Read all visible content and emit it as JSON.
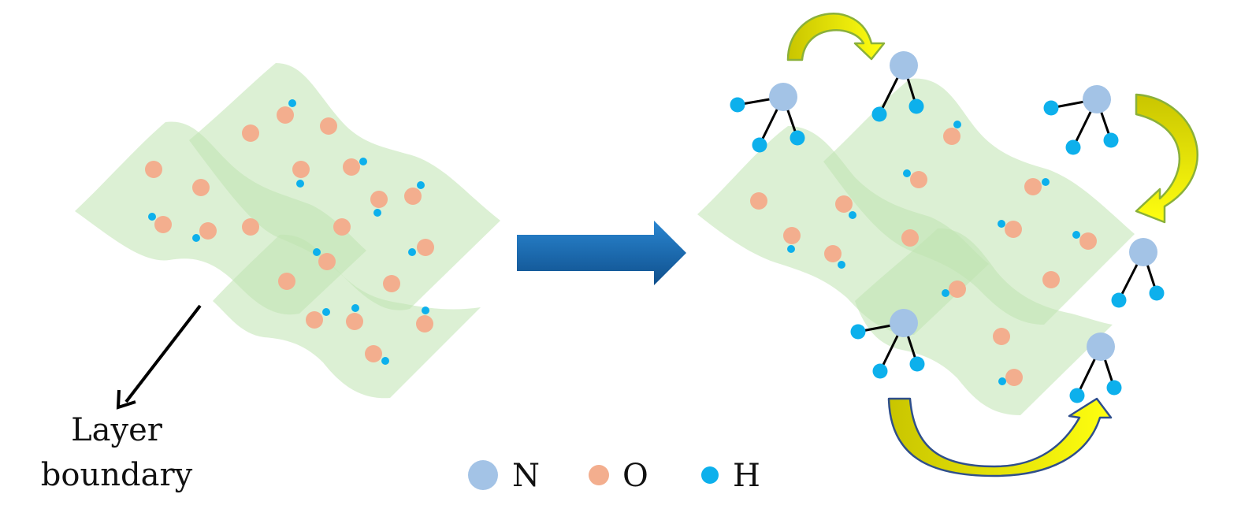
{
  "labels": {
    "layer_boundary_line1": "Layer",
    "layer_boundary_line2": "boundary"
  },
  "legend": [
    {
      "symbol": "N",
      "color": "#a3c3e6"
    },
    {
      "symbol": "O",
      "color": "#f3ae8e"
    },
    {
      "symbol": "H",
      "color": "#0db0ec"
    }
  ],
  "colors": {
    "layer_fill": "#bfe3b1",
    "nitrogen": "#a3c3e6",
    "oxygen": "#f3ae8e",
    "hydrogen": "#0db0ec",
    "main_arrow": "#1565a8",
    "curved_arrow_fill": "#f4f400",
    "curved_arrow_edge": "#8ab03a"
  }
}
